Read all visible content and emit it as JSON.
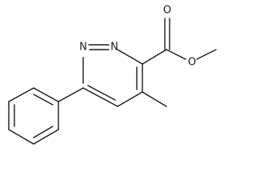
{
  "molecule": {
    "atoms": {
      "n1": "N",
      "n2": "N",
      "o_carbonyl": "O",
      "o_ester": "O"
    }
  }
}
